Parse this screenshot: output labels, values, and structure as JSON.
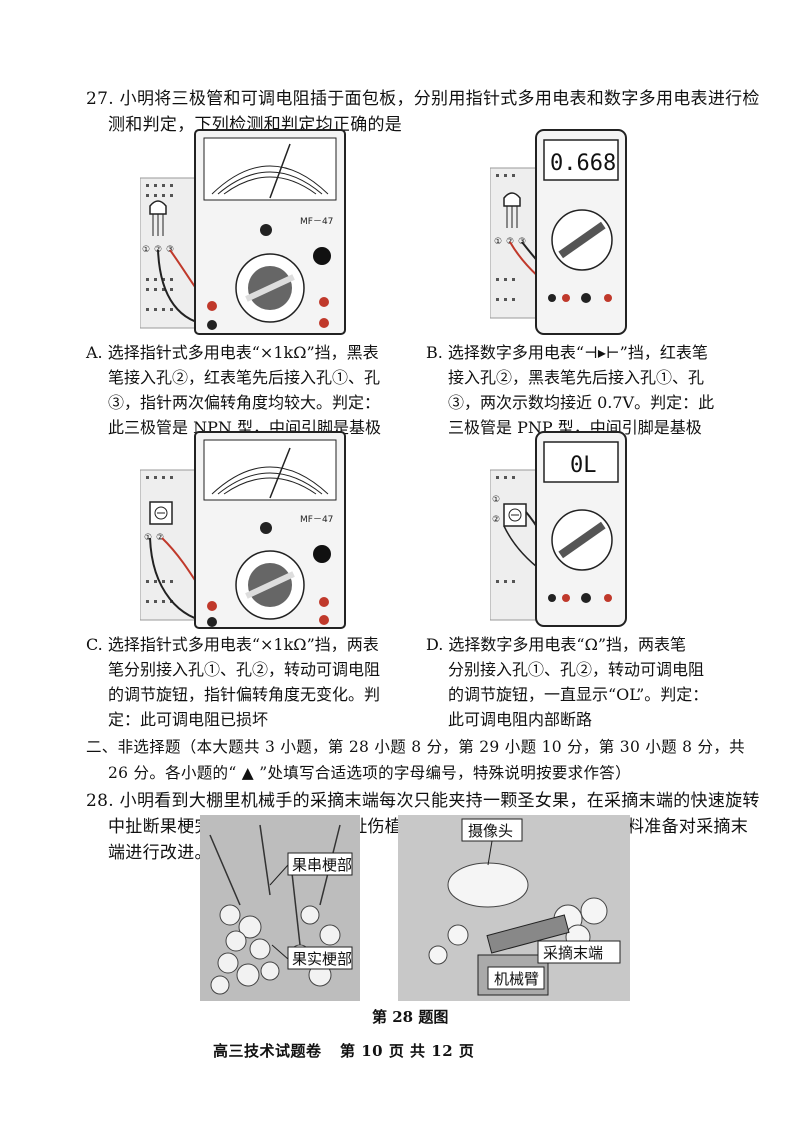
{
  "q27": {
    "stem_line1": "27. 小明将三极管和可调电阻插于面包板，分别用指针式多用电表和数字多用电表进行检",
    "stem_line2": "测和判定，下列检测和判定均正确的是",
    "fig_a": {
      "meter_model": "MF－47",
      "terminals": [
        "①",
        "②",
        "③"
      ]
    },
    "fig_b": {
      "display": "0.668",
      "terminals": [
        "①",
        "②",
        "③"
      ]
    },
    "fig_c": {
      "meter_model": "MF－47",
      "terminals": [
        "①",
        "②"
      ]
    },
    "fig_d": {
      "display": "0L",
      "terminals": [
        "①",
        "②"
      ]
    },
    "option_a": [
      "A. 选择指针式多用电表“×1kΩ”挡，黑表",
      "笔接入孔②，红表笔先后接入孔①、孔",
      "③，指针两次偏转角度均较大。判定：",
      "此三极管是 NPN 型，中间引脚是基极"
    ],
    "option_b": [
      "B. 选择数字多用电表“⊣▸⊢”挡，红表笔",
      "接入孔②，黑表笔先后接入孔①、孔",
      "③，两次示数均接近 0.7V。判定：此",
      "三极管是 PNP 型，中间引脚是基极"
    ],
    "option_c": [
      "C. 选择指针式多用电表“×1kΩ”挡，两表",
      "笔分别接入孔①、孔②，转动可调电阻",
      "的调节旋钮，指针偏转角度无变化。判",
      "定：此可调电阻已损坏"
    ],
    "option_d": [
      "D. 选择数字多用电表“Ω”挡，两表笔",
      "分别接入孔①、孔②，转动可调电阻",
      "的调节旋钮，一直显示“OL”。判定：",
      "此可调电阻内部断路"
    ]
  },
  "section2": {
    "line1": "二、非选择题（本大题共 3 小题，第 28 小题 8 分，第 29 小题 10 分，第 30 小题 8 分，共",
    "line2": "26 分。各小题的“ ▲ ”处填写合适选项的字母编号，特殊说明按要求作答）"
  },
  "q28": {
    "line1": "28. 小明看到大棚里机械手的采摘末端每次只能夹持一颗圣女果，在采摘末端的快速旋转",
    "line2": "中扯断果梗完成采摘，有时还会扯伤植株。小明收集了相关的技术资料准备对采摘末",
    "line3": "端进行改进。请完成以下任务：",
    "photo_left_labels": [
      "果串梗部",
      "果实梗部"
    ],
    "photo_right_labels": [
      "摄像头",
      "采摘末端",
      "机械臂"
    ],
    "figure_caption": "第 28 题图"
  },
  "footer": {
    "exam": "高三技术试题卷",
    "page": "第 10 页 共 12 页"
  }
}
